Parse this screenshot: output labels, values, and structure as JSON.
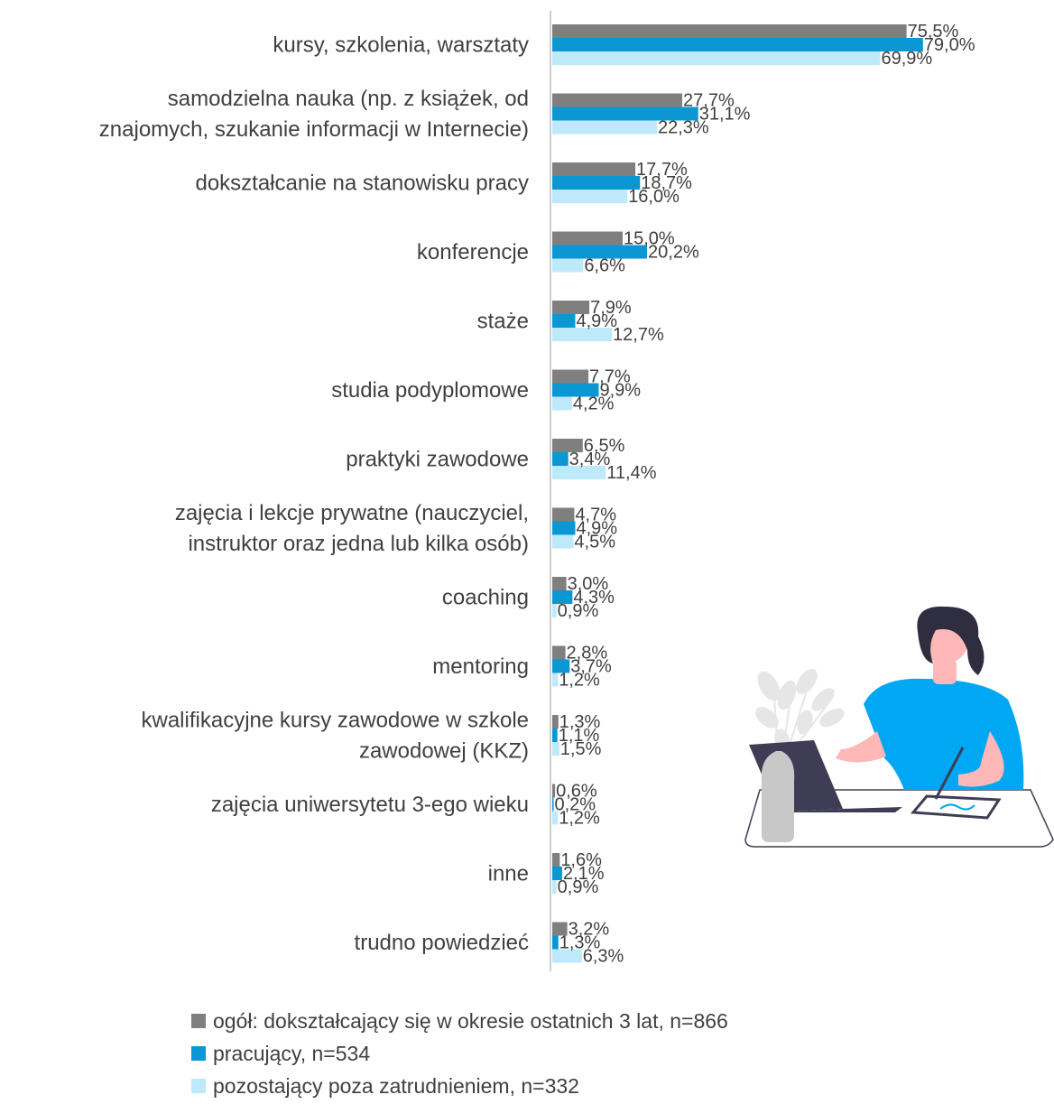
{
  "chart_data": {
    "type": "bar",
    "orientation": "horizontal",
    "categories": [
      "kursy, szkolenia, warsztaty",
      "samodzielna nauka (np. z książek, od\nznajomych, szukanie informacji w Internecie)",
      "dokształcanie na stanowisku pracy",
      "konferencje",
      "staże",
      "studia podyplomowe",
      "praktyki zawodowe",
      "zajęcia i lekcje prywatne (nauczyciel,\ninstruktor oraz jedna lub kilka osób)",
      "coaching",
      "mentoring",
      "kwalifikacyjne kursy zawodowe w szkole\nzawodowej (KKZ)",
      "zajęcia uniwersytetu 3-ego wieku",
      "inne",
      "trudno powiedzieć"
    ],
    "series": [
      {
        "name": "ogół: dokształcający się w okresie ostatnich 3 lat, n=866",
        "color": "#7f7f7f",
        "values": [
          75.5,
          27.7,
          17.7,
          15.0,
          7.9,
          7.7,
          6.5,
          4.7,
          3.0,
          2.8,
          1.3,
          0.6,
          1.6,
          3.2
        ],
        "labels": [
          "75,5%",
          "27,7%",
          "17,7%",
          "15,0%",
          "7,9%",
          "7,7%",
          "6,5%",
          "4,7%",
          "3,0%",
          "2,8%",
          "1,3%",
          "0,6%",
          "1,6%",
          "3,2%"
        ]
      },
      {
        "name": "pracujący, n=534",
        "color": "#0b96d4",
        "values": [
          79.0,
          31.1,
          18.7,
          20.2,
          4.9,
          9.9,
          3.4,
          4.9,
          4.3,
          3.7,
          1.1,
          0.2,
          2.1,
          1.3
        ],
        "labels": [
          "79,0%",
          "31,1%",
          "18,7%",
          "20,2%",
          "4,9%",
          "9,9%",
          "3,4%",
          "4,9%",
          "4,3%",
          "3,7%",
          "1,1%",
          "0,2%",
          "2,1%",
          "1,3%"
        ]
      },
      {
        "name": "pozostający poza zatrudnieniem, n=332",
        "color": "#bde9fb",
        "values": [
          69.9,
          22.3,
          16.0,
          6.6,
          12.7,
          4.2,
          11.4,
          4.5,
          0.9,
          1.2,
          1.5,
          1.2,
          0.9,
          6.3
        ],
        "labels": [
          "69,9%",
          "22,3%",
          "16,0%",
          "6,6%",
          "12,7%",
          "4,2%",
          "11,4%",
          "4,5%",
          "0,9%",
          "1,2%",
          "1,5%",
          "1,2%",
          "0,9%",
          "6,3%"
        ]
      }
    ],
    "xlim": [
      0,
      100
    ],
    "grid": false,
    "legend_position": "bottom"
  },
  "colors": {
    "axis": "#bfbfbf",
    "text": "#404040"
  },
  "illustration": {
    "icon": "person-with-laptop-and-tablet-illustration"
  }
}
